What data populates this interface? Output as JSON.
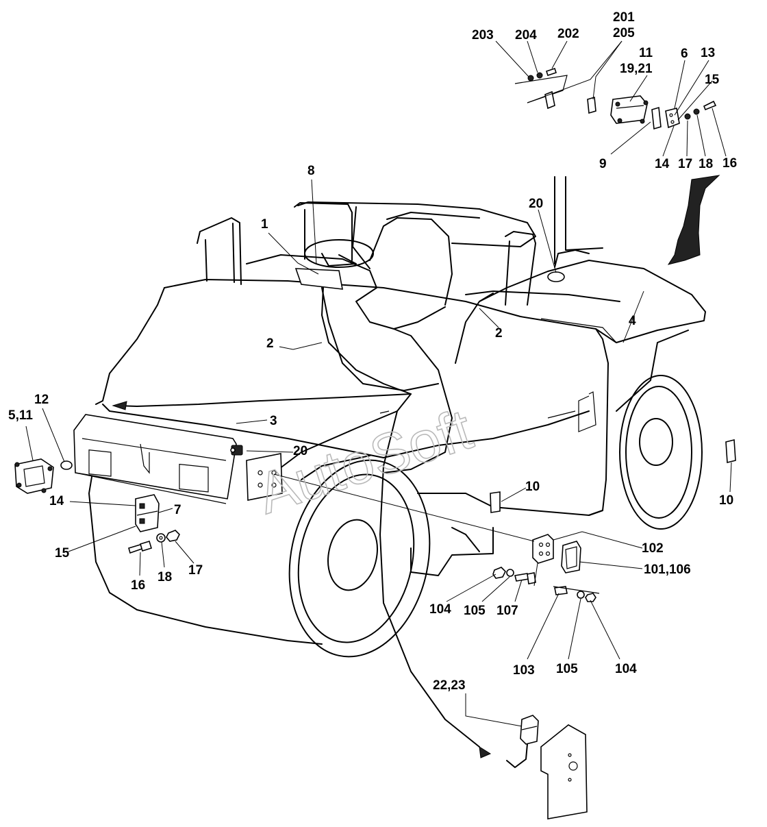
{
  "watermark": "AutoSoft",
  "callouts": [
    {
      "id": "c203",
      "text": "203"
    },
    {
      "id": "c204",
      "text": "204"
    },
    {
      "id": "c202",
      "text": "202"
    },
    {
      "id": "c201",
      "text": "201"
    },
    {
      "id": "c205",
      "text": "205"
    },
    {
      "id": "c11top",
      "text": "11"
    },
    {
      "id": "c1921",
      "text": "19,21"
    },
    {
      "id": "c6",
      "text": "6"
    },
    {
      "id": "c13",
      "text": "13"
    },
    {
      "id": "c15top",
      "text": "15"
    },
    {
      "id": "c9",
      "text": "9"
    },
    {
      "id": "c14top",
      "text": "14"
    },
    {
      "id": "c17top",
      "text": "17"
    },
    {
      "id": "c18top",
      "text": "18"
    },
    {
      "id": "c16top",
      "text": "16"
    },
    {
      "id": "c8",
      "text": "8"
    },
    {
      "id": "c1",
      "text": "1"
    },
    {
      "id": "c20top",
      "text": "20"
    },
    {
      "id": "c4",
      "text": "4"
    },
    {
      "id": "c2left",
      "text": "2"
    },
    {
      "id": "c2right",
      "text": "2"
    },
    {
      "id": "c12",
      "text": "12"
    },
    {
      "id": "c511",
      "text": "5,11"
    },
    {
      "id": "c3",
      "text": "3"
    },
    {
      "id": "c20mid",
      "text": "20"
    },
    {
      "id": "c14left",
      "text": "14"
    },
    {
      "id": "c7",
      "text": "7"
    },
    {
      "id": "c15left",
      "text": "15"
    },
    {
      "id": "c16bot",
      "text": "16"
    },
    {
      "id": "c18bot",
      "text": "18"
    },
    {
      "id": "c17bot",
      "text": "17"
    },
    {
      "id": "c10mid",
      "text": "10"
    },
    {
      "id": "c10right",
      "text": "10"
    },
    {
      "id": "c102",
      "text": "102"
    },
    {
      "id": "c101106",
      "text": "101,106"
    },
    {
      "id": "c104a",
      "text": "104"
    },
    {
      "id": "c105a",
      "text": "105"
    },
    {
      "id": "c107",
      "text": "107"
    },
    {
      "id": "c103",
      "text": "103"
    },
    {
      "id": "c105b",
      "text": "105"
    },
    {
      "id": "c104b",
      "text": "104"
    },
    {
      "id": "c2223",
      "text": "22,23"
    }
  ]
}
